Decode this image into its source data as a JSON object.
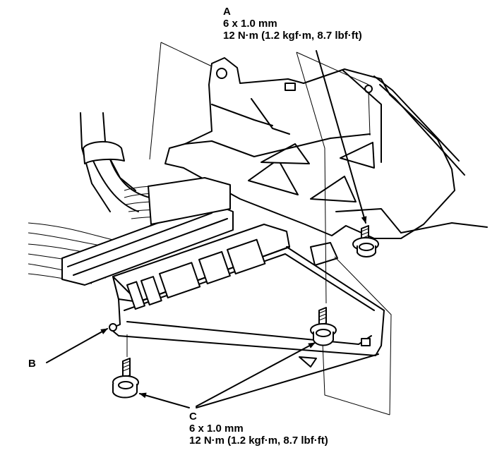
{
  "callouts": {
    "a": {
      "letter": "A",
      "size": "6 x 1.0 mm",
      "torque": "12 N·m (1.2 kgf·m, 8.7 lbf·ft)"
    },
    "b": {
      "letter": "B"
    },
    "c": {
      "letter": "C",
      "size": "6 x 1.0 mm",
      "torque": "12 N·m (1.2 kgf·m, 8.7 lbf·ft)"
    }
  },
  "icons": {
    "bolt": "bolt-icon",
    "arrow": "pointer-arrow-icon"
  },
  "colors": {
    "ink": "#000000",
    "paper": "#ffffff"
  }
}
